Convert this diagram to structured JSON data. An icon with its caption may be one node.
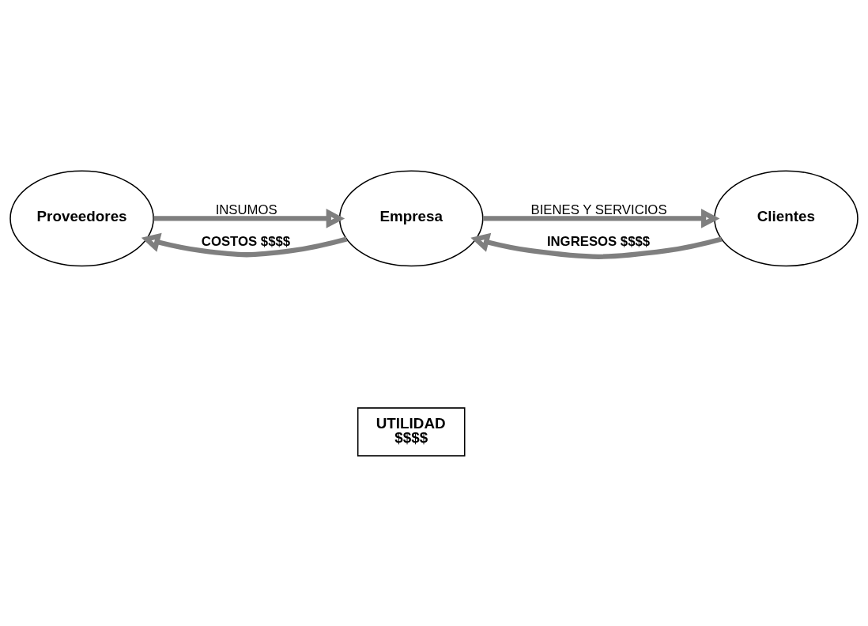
{
  "diagram": {
    "nodes": [
      {
        "text": [
          "Proveedores"
        ]
      },
      {
        "text": [
          "Empresa"
        ]
      },
      {
        "text": [
          "Clientes"
        ]
      },
      {
        "text": [
          "UTILIDAD",
          "$$$$"
        ]
      }
    ],
    "edges": [
      {
        "from": 0,
        "to": 1,
        "arrow": "to",
        "label": "INSUMOS"
      },
      {
        "from": 1,
        "to": 2,
        "arrow": "to",
        "label": "BIENES Y SERVICIOS"
      },
      {
        "from": 1,
        "to": 0,
        "arrow": "to",
        "label": "COSTOS $$$$"
      },
      {
        "from": 2,
        "to": 1,
        "arrow": "to",
        "label": "INGRESOS $$$$"
      }
    ]
  }
}
